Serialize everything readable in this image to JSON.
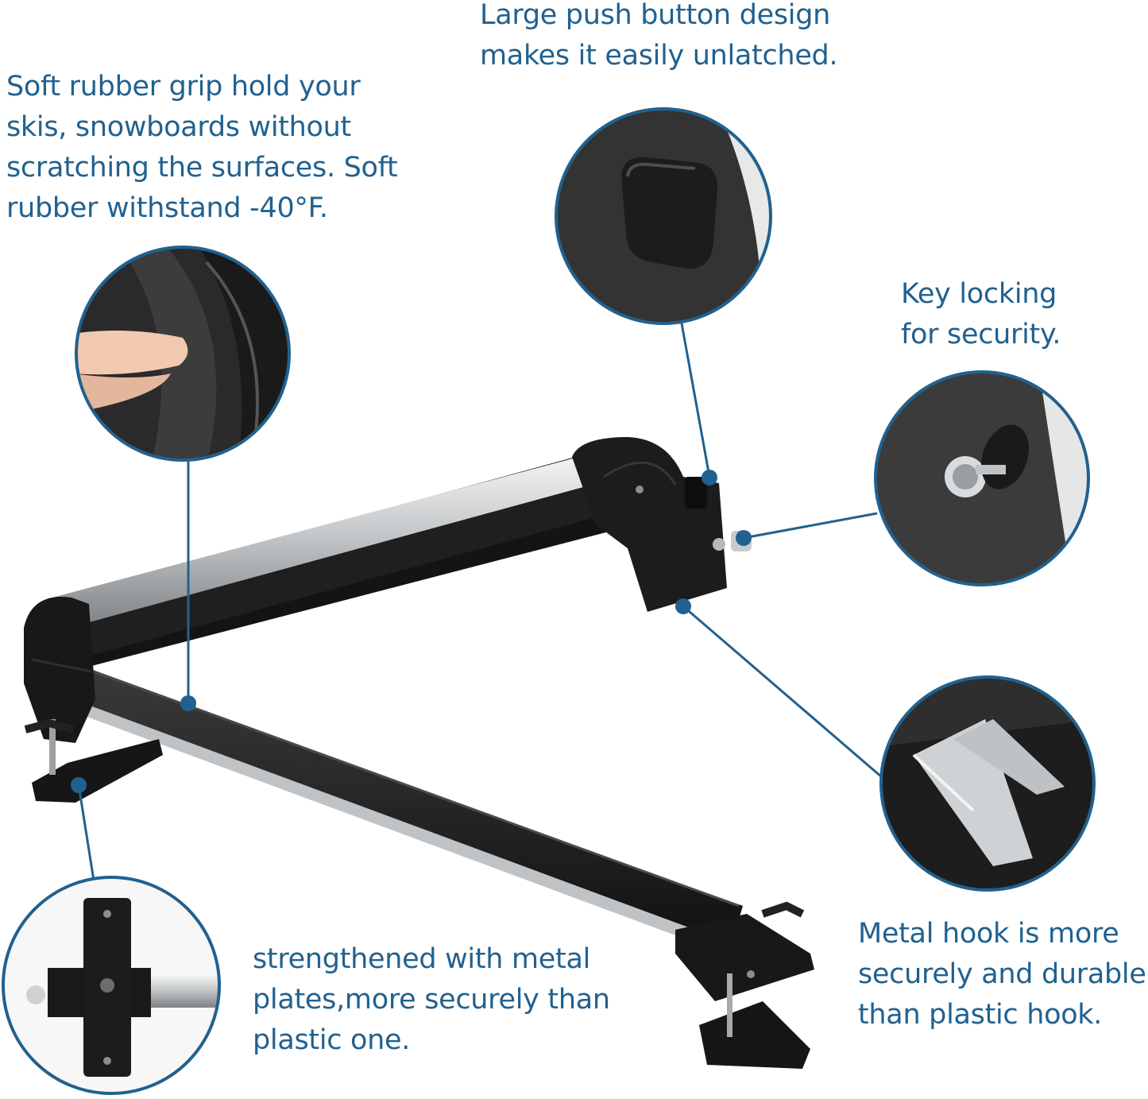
{
  "captions": {
    "grip": "Soft rubber grip hold your\nskis, snowboards without\nscratching the surfaces. Soft\nrubber withstand -40°F.",
    "button": "Large push button design\nmakes it easily unlatched.",
    "lock": "Key locking\nfor security.",
    "plates": "strengthened with metal\nplates,more securely than\nplastic one.",
    "hook": "Metal hook is more\nsecurely and durable\nthan plastic hook."
  },
  "colors": {
    "accent": "#21618f",
    "rack": "#1b1b1b",
    "aluminum": "#c9ccce"
  }
}
